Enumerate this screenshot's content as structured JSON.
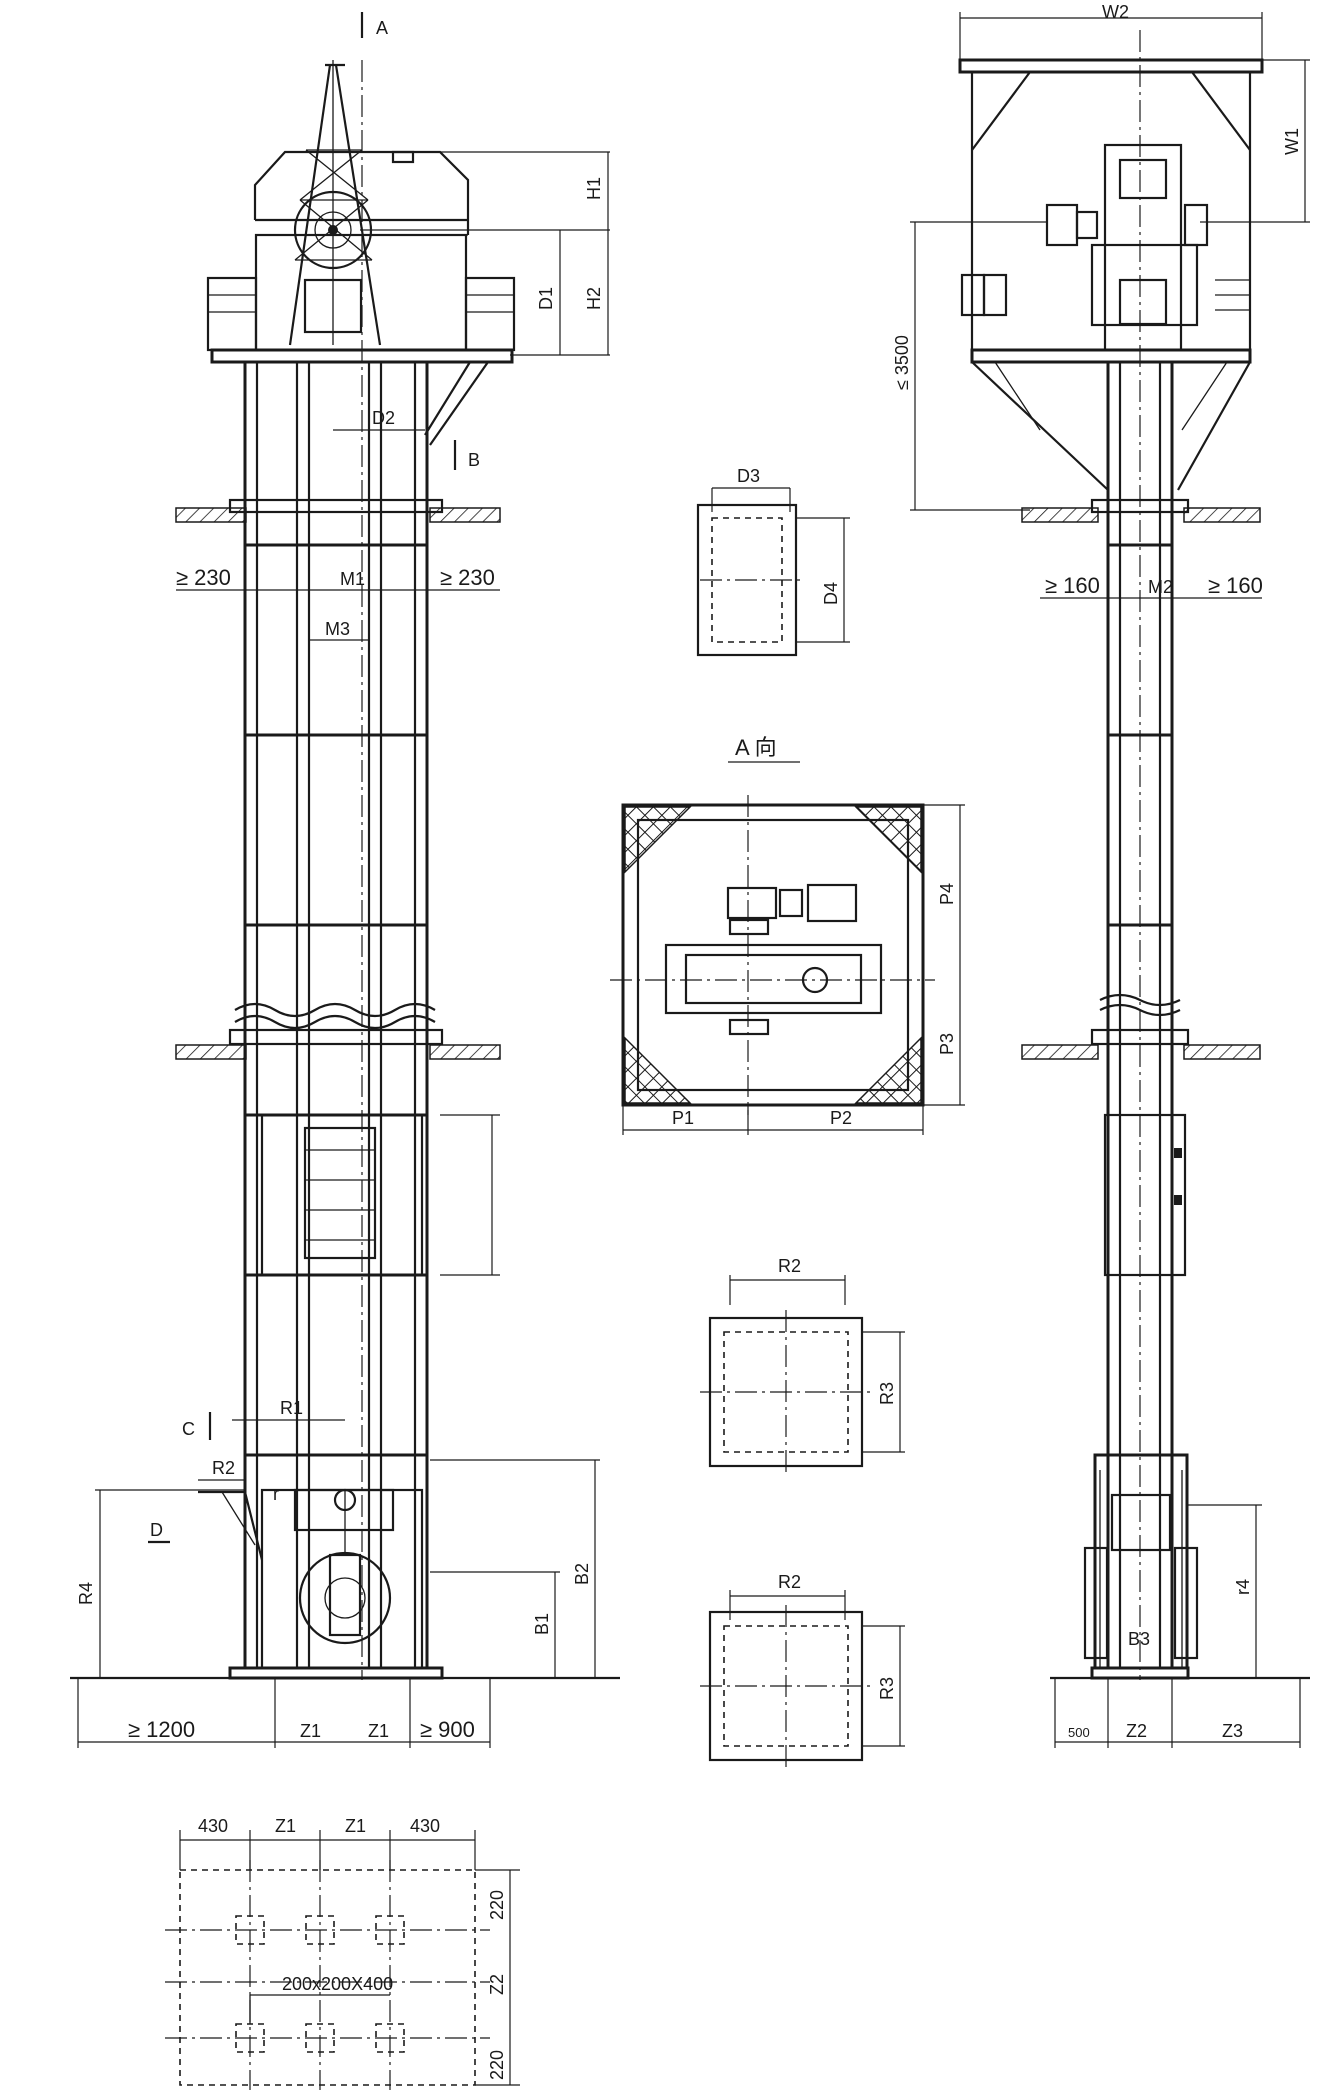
{
  "labels": {
    "view_a_arrow": "A",
    "view_b_arrow": "B",
    "view_c_arrow": "C",
    "view_d_arrow": "D",
    "H1": "H1",
    "H2": "H2",
    "D1": "D1",
    "D2": "D2",
    "M1": "M1",
    "M3": "M3",
    "left_clear": "≥ 230",
    "right_clear": "≥ 230",
    "R1": "R1",
    "R2_left": "R2",
    "r": "r",
    "R4": "R4",
    "B1": "B1",
    "B2": "B2",
    "base_left": "≥ 1200",
    "base_Z1a": "Z1",
    "base_Z1b": "Z1",
    "base_right": "≥ 900",
    "W2": "W2",
    "W1": "W1",
    "height_limit": "≤ 3500",
    "M2": "M2",
    "side_left_clear": "≥ 160",
    "side_right_clear": "≥ 160",
    "r4": "r4",
    "B3": "B3",
    "side_base_left": "500",
    "Z2": "Z2",
    "Z3": "Z3",
    "D3": "D3",
    "D4": "D4",
    "view_a_title": "A 向",
    "P1": "P1",
    "P2": "P2",
    "P3": "P3",
    "P4": "P4",
    "R2_top": "R2",
    "R3_top": "R3",
    "R2_bot": "R2",
    "R3_bot": "R3",
    "plan_430_left": "430",
    "plan_Z1a": "Z1",
    "plan_Z1b": "Z1",
    "plan_430_right": "430",
    "plan_220_top": "220",
    "plan_Z2": "Z2",
    "plan_220_bot": "220",
    "anchor_spec": "200x200X400"
  }
}
